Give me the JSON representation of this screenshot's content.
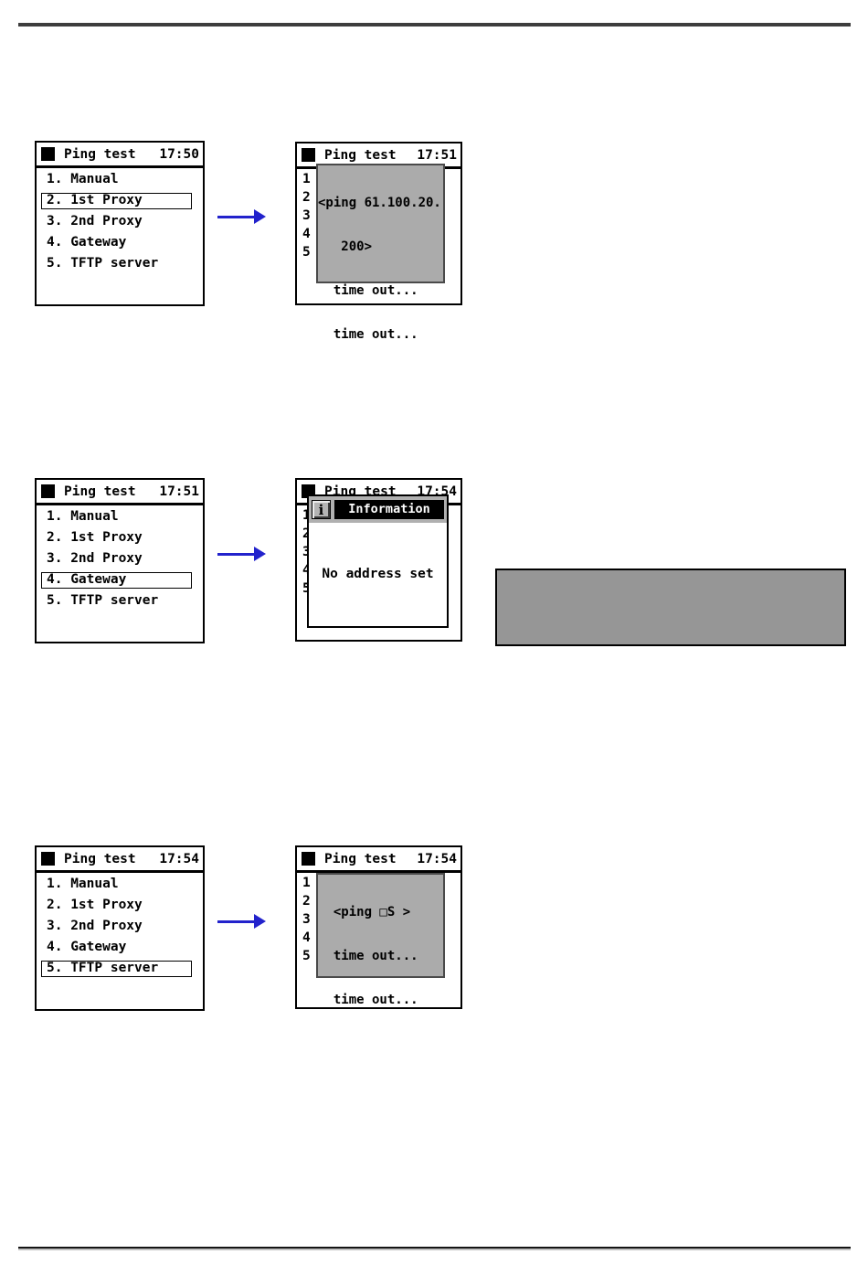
{
  "colors": {
    "arrow_blue": "#2222CC",
    "lcd_output_gray": "#ABABAB",
    "side_panel_gray": "#969696",
    "dialog_bar_gray": "#B0B0B0"
  },
  "menu": [
    "1. Manual",
    "2. 1st Proxy",
    "3. 2nd Proxy",
    "4. Gateway",
    "5. TFTP server"
  ],
  "line_numbers": [
    "1",
    "2",
    "3",
    "4",
    "5"
  ],
  "screens": {
    "row1_left": {
      "title": "Ping test",
      "time": "17:50",
      "selected_item": "2. 1st Proxy"
    },
    "row1_right": {
      "title": "Ping test",
      "time": "17:51",
      "output_lines": [
        "<ping 61.100.20.",
        "   200>",
        "  time out...",
        "  time out..."
      ]
    },
    "row2_left": {
      "title": "Ping test",
      "time": "17:51",
      "selected_item": "4. Gateway"
    },
    "row2_right": {
      "title": "Ping test",
      "time": "17:54",
      "dialog": {
        "icon": "i",
        "title": "Information",
        "message": "No address set"
      }
    },
    "row3_left": {
      "title": "Ping test",
      "time": "17:54",
      "selected_item": "5. TFTP server"
    },
    "row3_right": {
      "title": "Ping test",
      "time": "17:54",
      "output_lines": [
        "  <ping □S >",
        "  time out...",
        "  time out..."
      ]
    }
  }
}
